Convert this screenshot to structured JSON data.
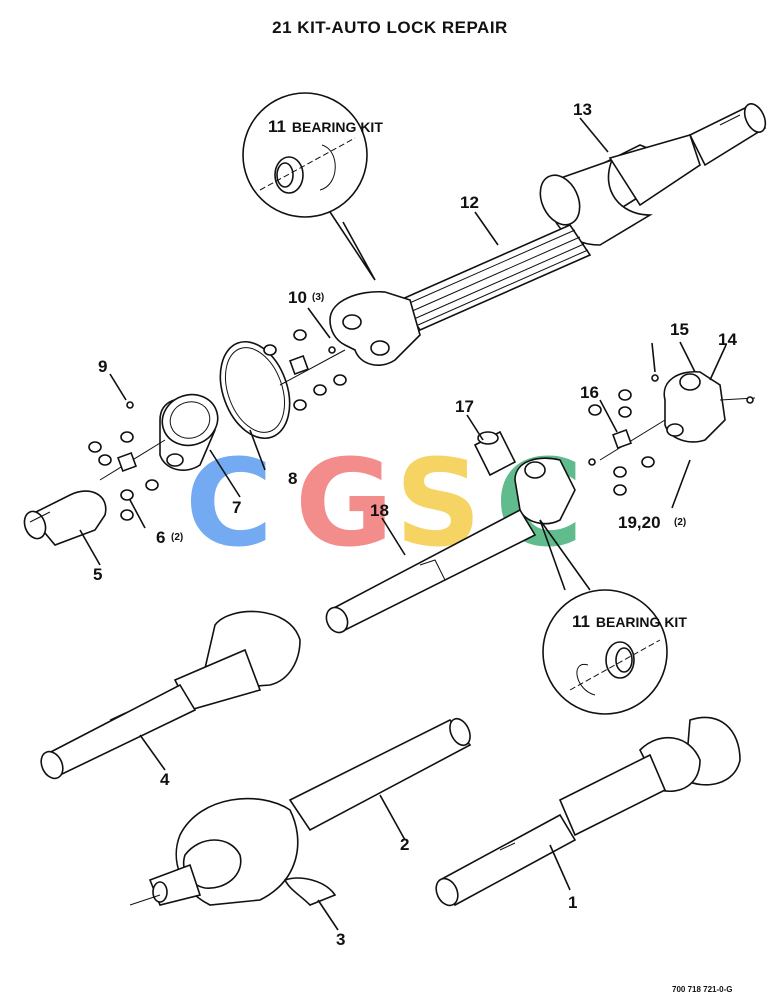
{
  "title": "21 KIT-AUTO LOCK REPAIR",
  "bearing_kit_upper": {
    "number": "11",
    "text": "BEARING KIT"
  },
  "bearing_kit_lower": {
    "number": "11",
    "text": "BEARING KIT"
  },
  "callouts": {
    "c1": "1",
    "c2": "2",
    "c3": "3",
    "c4": "4",
    "c5": "5",
    "c6": "6",
    "c6_qty": "(2)",
    "c7": "7",
    "c8": "8",
    "c9": "9",
    "c10": "10",
    "c10_qty": "(3)",
    "c12": "12",
    "c13": "13",
    "c14": "14",
    "c15": "15",
    "c16": "16",
    "c17": "17",
    "c18": "18",
    "c19_20": "19,20",
    "c19_20_qty": "(2)"
  },
  "watermark": {
    "letters": [
      "C",
      "G",
      "S",
      "C"
    ],
    "colors": [
      "#5b9cf0",
      "#f07a78",
      "#f5cd4a",
      "#45b07a"
    ]
  },
  "drawing_code": "700 718 721-0-G"
}
